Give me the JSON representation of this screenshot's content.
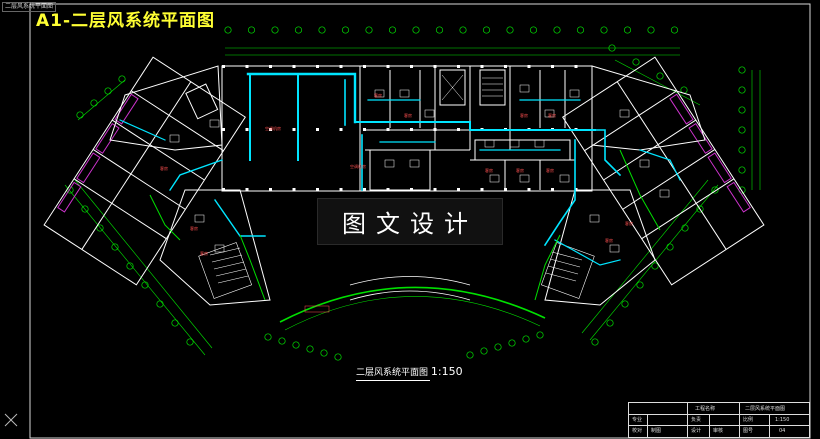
{
  "window": {
    "tab_label": "二层风系统平面图"
  },
  "drawing": {
    "title": "A1-二层风系统平面图",
    "watermark": "图文设计",
    "caption": "二层风系统平面图",
    "caption_scale": "1:150"
  },
  "title_block": {
    "project_label": "工程名称",
    "drawing_name": "二层风系统平面图",
    "scale_label": "比例",
    "scale_value": "1:150",
    "sheet_label": "图号",
    "sheet_value": "04",
    "row_labels": [
      "专业",
      "设计",
      "审核",
      "校对"
    ],
    "row_labels_right": [
      "负责",
      "制图"
    ]
  },
  "room_labels": [
    "客房",
    "客房",
    "客房",
    "客房",
    "客房",
    "客房",
    "客房",
    "客房",
    "客房",
    "客房",
    "客房",
    "客房",
    "空调机房",
    "空调机房"
  ],
  "colors": {
    "background": "#000000",
    "walls": "#ffffff",
    "duct": "#00e5ff",
    "grid": "#00ff00",
    "hatch_magenta": "#cc33cc",
    "title": "#ffff33",
    "room_text": "#ff5050"
  }
}
